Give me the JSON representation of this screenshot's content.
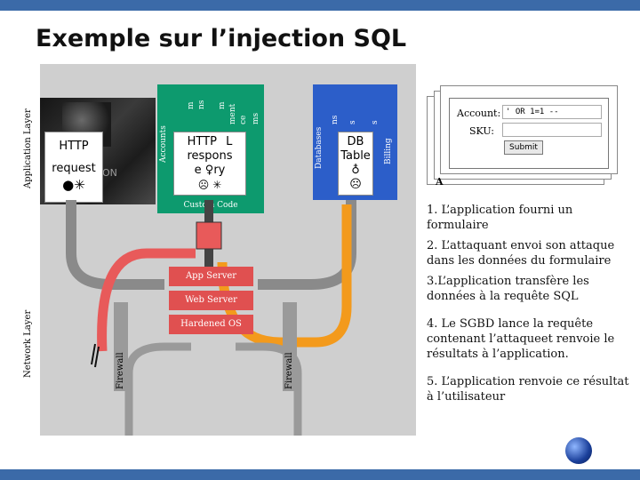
{
  "title": "Exemple sur l’injection SQL",
  "layers": {
    "application": "Application Layer",
    "network": "Network Layer"
  },
  "request": {
    "line1": "HTTP",
    "line2": "request"
  },
  "response": {
    "line1": "HTTP",
    "line2": "respons",
    "line3": "e",
    "suffix_l": "L",
    "suffix_ry": "ry"
  },
  "on_text": "ON",
  "green_labels": [
    "Accounts",
    "m",
    "ns",
    "m",
    "ment",
    "ce",
    "ms"
  ],
  "custom_code": "Custom Code",
  "blue_labels": [
    "Databases",
    "ns",
    "s",
    "s",
    "Billing"
  ],
  "db": {
    "line1": "DB",
    "line2": "Table"
  },
  "servers": [
    "App Server",
    "Web Server",
    "Hardened OS"
  ],
  "firewall": "Firewall",
  "form": {
    "account_label": "Account:",
    "account_value": "' OR 1=1 --",
    "sku_label": "SKU:",
    "submit": "Submit",
    "back_letter": "A"
  },
  "steps": [
    "1. L’application fourni un formulaire",
    "2. L’attaquant envoi son attaque dans les données du formulaire",
    "3.L’application transfère les données à la requête SQL",
    "4. Le SGBD lance la requête contenant l’attaqueet renvoie le résultats à l’application.",
    "5. L’application renvoie ce résultat à l’utilisateur"
  ],
  "colors": {
    "bar": "#3b6aa8",
    "green": "#0d9a6e",
    "blue": "#2c5ec9",
    "red_server": "#e05050",
    "pipe_red": "#e85a5a",
    "pipe_orange": "#f39a1c"
  }
}
